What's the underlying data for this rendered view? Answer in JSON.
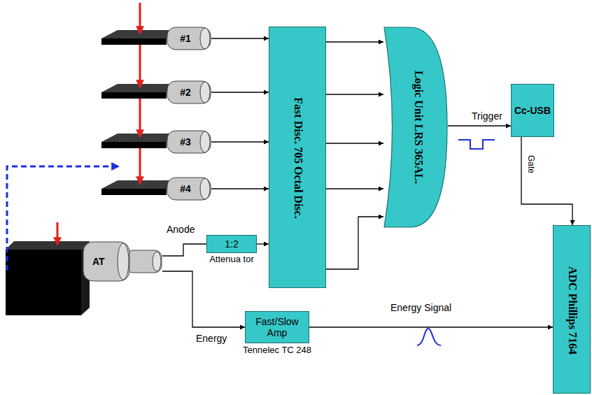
{
  "diagram": {
    "nodes": [
      {
        "text": [
          "#1"
        ]
      },
      {
        "text": [
          "#2"
        ]
      },
      {
        "text": [
          "#3"
        ]
      },
      {
        "text": [
          "#4"
        ]
      },
      {
        "text": [
          "Fast Disc. 705 Octal Disc."
        ]
      },
      {
        "text": [
          "Logic Unit LRS 365AL."
        ]
      },
      {
        "text": [
          "Cc-USB"
        ]
      },
      {
        "text": [
          "AT"
        ]
      },
      {
        "text": [
          "1:2",
          "Attenua tor"
        ]
      },
      {
        "text": [
          "ADC Phillips 7164"
        ]
      },
      {
        "text": [
          "Fast/Slow Amp",
          "Tennelec TC 248"
        ]
      }
    ],
    "edges": [
      {
        "from": 0,
        "to": 4,
        "arrow": "to"
      },
      {
        "from": 1,
        "to": 4,
        "arrow": "to"
      },
      {
        "from": 2,
        "to": 4,
        "arrow": "to"
      },
      {
        "from": 3,
        "to": 4,
        "arrow": "to"
      },
      {
        "from": 7,
        "to": 8,
        "label": "Anode",
        "arrow": "none"
      },
      {
        "from": 8,
        "to": 4,
        "arrow": "to"
      },
      {
        "from": 4,
        "to": 5,
        "arrow": "to"
      },
      {
        "from": 4,
        "to": 5,
        "arrow": "to"
      },
      {
        "from": 4,
        "to": 5,
        "arrow": "to"
      },
      {
        "from": 4,
        "to": 5,
        "arrow": "to"
      },
      {
        "from": 4,
        "to": 5,
        "arrow": "to"
      },
      {
        "from": 5,
        "to": 6,
        "label": "Trigger",
        "arrow": "to"
      },
      {
        "from": 6,
        "to": 9,
        "label": "Gate",
        "arrow": "to"
      },
      {
        "from": 7,
        "to": 10,
        "label": "Energy",
        "arrow": "to"
      },
      {
        "from": 10,
        "to": 9,
        "label": "Energy Signal",
        "arrow": "to"
      }
    ]
  }
}
